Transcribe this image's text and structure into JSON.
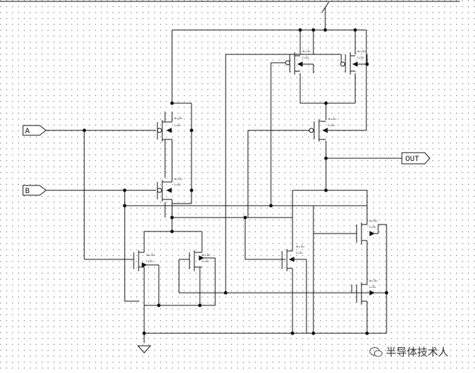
{
  "ports": {
    "input_a": "A",
    "input_b": "B",
    "output": "OUT"
  },
  "transistor_labels": {
    "width": "w=3u",
    "length": "l=2u"
  },
  "watermark": {
    "text": "半导体技术人",
    "icon": "wechat-icon"
  }
}
